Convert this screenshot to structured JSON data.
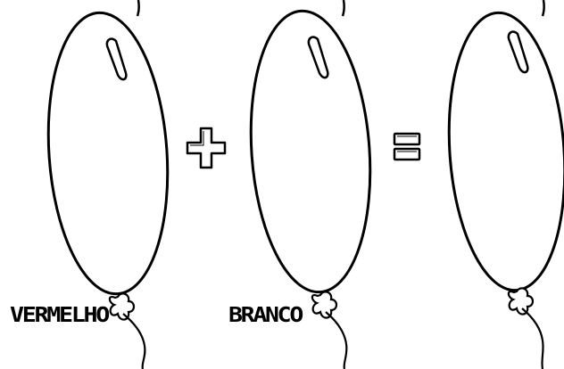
{
  "equation": {
    "balloon_1": {
      "label": "VERMELHO"
    },
    "operator_1": {
      "symbol": "plus-sign"
    },
    "balloon_2": {
      "label": "BRANCO"
    },
    "operator_2": {
      "symbol": "equals-sign"
    },
    "balloon_3": {
      "label": ""
    }
  },
  "colors": {
    "ink": "#000000",
    "paper": "#ffffff"
  }
}
